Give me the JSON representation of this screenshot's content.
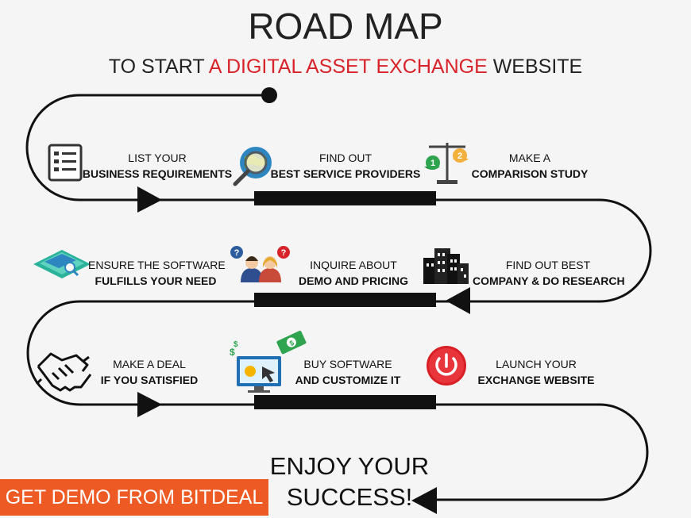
{
  "title": "ROAD MAP",
  "subtitle": {
    "prefix": "TO START ",
    "highlight": "A DIGITAL ASSET EXCHANGE",
    "suffix": " WEBSITE"
  },
  "steps": [
    {
      "line1": "LIST  YOUR",
      "line2": "BUSINESS REQUIREMENTS",
      "icon": "checklist-icon"
    },
    {
      "line1": "FIND OUT",
      "line2": "BEST SERVICE PROVIDERS",
      "icon": "globe-magnifier-icon"
    },
    {
      "line1": "MAKE A",
      "line2": "COMPARISON STUDY",
      "icon": "balance-scale-icon"
    },
    {
      "line1": "FIND OUT BEST",
      "line2": "COMPANY & DO RESEARCH",
      "icon": "buildings-icon"
    },
    {
      "line1": "INQUIRE ABOUT",
      "line2": "DEMO AND PRICING",
      "icon": "people-question-icon"
    },
    {
      "line1": "ENSURE  THE SOFTWARE",
      "line2": "FULFILLS YOUR NEED",
      "icon": "software-check-icon"
    },
    {
      "line1": "MAKE A DEAL",
      "line2": "IF YOU SATISFIED",
      "icon": "handshake-icon"
    },
    {
      "line1": "BUY SOFTWARE",
      "line2": "AND CUSTOMIZE IT",
      "icon": "money-computer-icon"
    },
    {
      "line1": "LAUNCH YOUR",
      "line2": "EXCHANGE WEBSITE",
      "icon": "power-button-icon"
    }
  ],
  "enjoy": {
    "line1": "ENJOY YOUR",
    "line2": "SUCCESS!"
  },
  "cta": {
    "label": "GET DEMO FROM  BITDEAL"
  },
  "colors": {
    "accent": "#d8232a",
    "cta": "#ee5a24",
    "path": "#111111"
  }
}
